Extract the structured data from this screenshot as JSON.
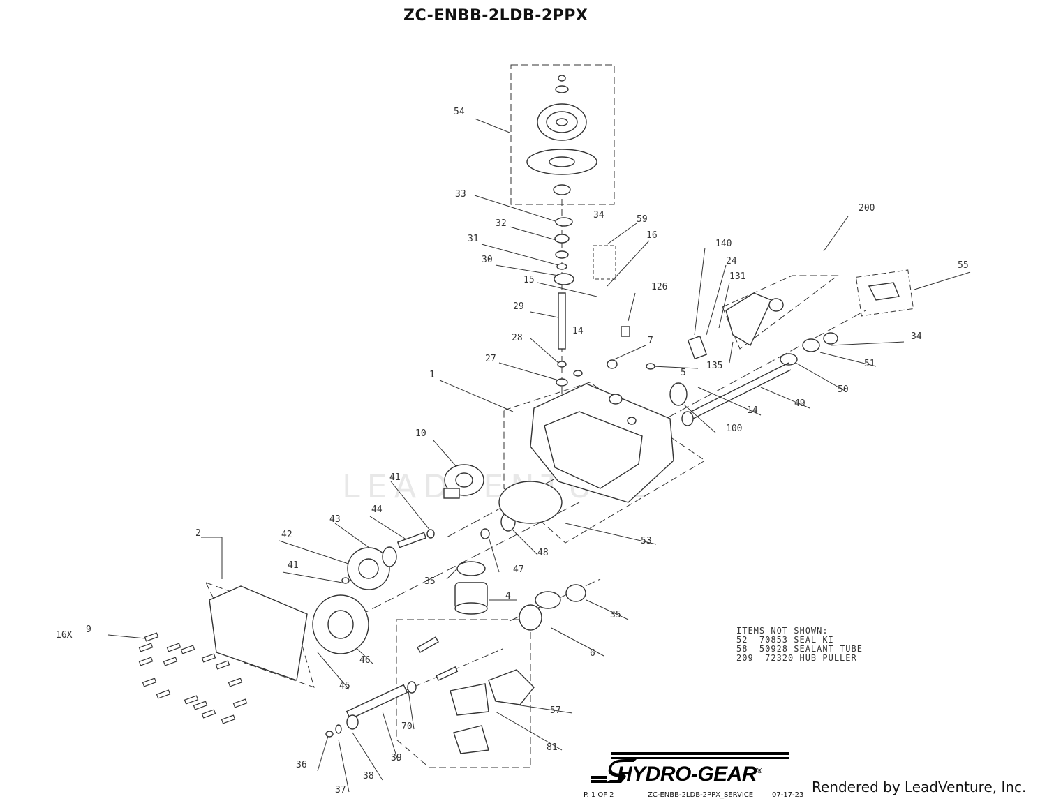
{
  "title": "ZC-ENBB-2LDB-2PPX",
  "watermark": "LEADVENTURE",
  "part_labels": [
    {
      "id": "p54",
      "text": "54"
    },
    {
      "id": "p33",
      "text": "33"
    },
    {
      "id": "p34a",
      "text": "34"
    },
    {
      "id": "p32",
      "text": "32"
    },
    {
      "id": "p59",
      "text": "59"
    },
    {
      "id": "p16",
      "text": "16"
    },
    {
      "id": "p31",
      "text": "31"
    },
    {
      "id": "p30",
      "text": "30"
    },
    {
      "id": "p15",
      "text": "15"
    },
    {
      "id": "p29",
      "text": "29"
    },
    {
      "id": "p14a",
      "text": "14"
    },
    {
      "id": "p28",
      "text": "28"
    },
    {
      "id": "p27",
      "text": "27"
    },
    {
      "id": "p126",
      "text": "126"
    },
    {
      "id": "p7",
      "text": "7"
    },
    {
      "id": "p140",
      "text": "140"
    },
    {
      "id": "p24",
      "text": "24"
    },
    {
      "id": "p131",
      "text": "131"
    },
    {
      "id": "p200",
      "text": "200"
    },
    {
      "id": "p55",
      "text": "55"
    },
    {
      "id": "p34b",
      "text": "34"
    },
    {
      "id": "p51",
      "text": "51"
    },
    {
      "id": "p50",
      "text": "50"
    },
    {
      "id": "p49",
      "text": "49"
    },
    {
      "id": "p14b",
      "text": "14"
    },
    {
      "id": "p100",
      "text": "100"
    },
    {
      "id": "p135",
      "text": "135"
    },
    {
      "id": "p5",
      "text": "5"
    },
    {
      "id": "p1",
      "text": "1"
    },
    {
      "id": "p10",
      "text": "10"
    },
    {
      "id": "p41a",
      "text": "41"
    },
    {
      "id": "p44",
      "text": "44"
    },
    {
      "id": "p43",
      "text": "43"
    },
    {
      "id": "p42",
      "text": "42"
    },
    {
      "id": "p41b",
      "text": "41"
    },
    {
      "id": "p2",
      "text": "2"
    },
    {
      "id": "p47",
      "text": "47"
    },
    {
      "id": "p48",
      "text": "48"
    },
    {
      "id": "p53",
      "text": "53"
    },
    {
      "id": "p35a",
      "text": "35"
    },
    {
      "id": "p4",
      "text": "4"
    },
    {
      "id": "p35b",
      "text": "35"
    },
    {
      "id": "p6",
      "text": "6"
    },
    {
      "id": "p16x",
      "text": "16X"
    },
    {
      "id": "p9",
      "text": "9"
    },
    {
      "id": "p46",
      "text": "46"
    },
    {
      "id": "p45",
      "text": "45"
    },
    {
      "id": "p57",
      "text": "57"
    },
    {
      "id": "p70",
      "text": "70"
    },
    {
      "id": "p81",
      "text": "81"
    },
    {
      "id": "p39",
      "text": "39"
    },
    {
      "id": "p36",
      "text": "36"
    },
    {
      "id": "p38",
      "text": "38"
    },
    {
      "id": "p37",
      "text": "37"
    }
  ],
  "items_not_shown": {
    "heading": "ITEMS NOT SHOWN:",
    "lines": [
      "52  70853 SEAL KI",
      "58  50928 SEALANT TUBE",
      "209  72320 HUB PULLER"
    ]
  },
  "logo": {
    "text": "HYDRO-GEAR",
    "mark": "®"
  },
  "footer": {
    "page": "P. 1 OF 2",
    "doc": "ZC-ENBB-2LDB-2PPX_SERVICE",
    "date": "07-17-23"
  },
  "rendered_by": "Rendered by LeadVenture, Inc."
}
